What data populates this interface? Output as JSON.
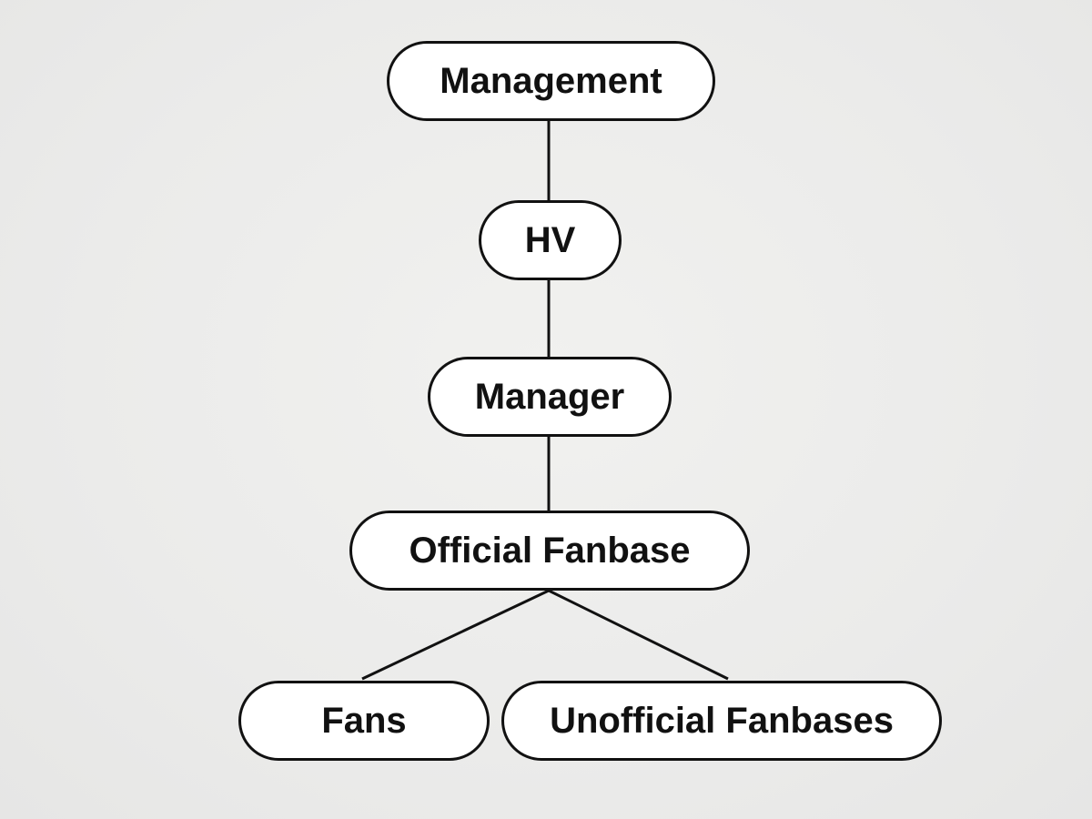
{
  "diagram": {
    "nodes": {
      "management": "Management",
      "hv": "HV",
      "manager": "Manager",
      "official_fanbase": "Official Fanbase",
      "fans": "Fans",
      "unofficial_fanbases": "Unofficial Fanbases"
    },
    "edges": [
      {
        "from": "management",
        "to": "hv"
      },
      {
        "from": "hv",
        "to": "manager"
      },
      {
        "from": "manager",
        "to": "official_fanbase"
      },
      {
        "from": "official_fanbase",
        "to": "fans"
      },
      {
        "from": "official_fanbase",
        "to": "unofficial_fanbases"
      }
    ],
    "colors": {
      "background": "#ececeb",
      "node_fill": "#ffffff",
      "stroke": "#111111",
      "text": "#111111"
    }
  }
}
